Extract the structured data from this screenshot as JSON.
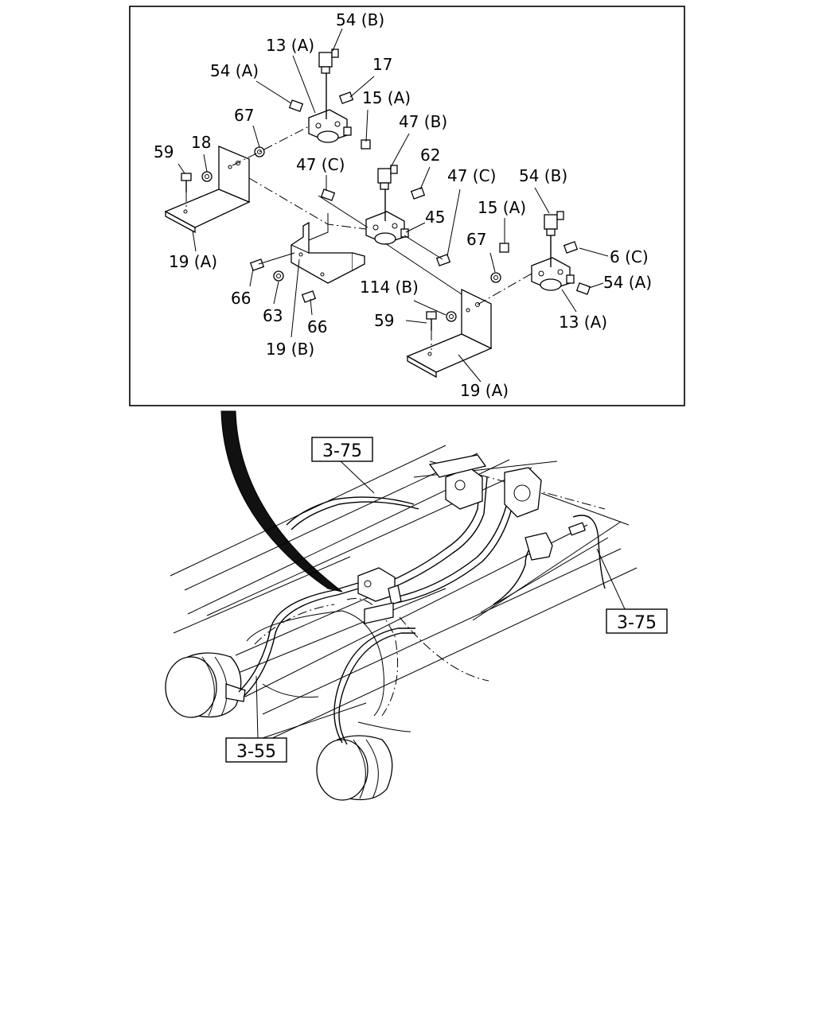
{
  "detail_labels": {
    "l_54b_top": "54 (B)",
    "l_13a_top": "13 (A)",
    "l_17": "17",
    "l_54a_top": "54 (A)",
    "l_15a_top": "15 (A)",
    "l_67_left": "67",
    "l_47b": "47 (B)",
    "l_59_left": "59",
    "l_18": "18",
    "l_62": "62",
    "l_47c_left": "47 (C)",
    "l_47c_right": "47 (C)",
    "l_54b_right": "54 (B)",
    "l_45": "45",
    "l_15a_right": "15 (A)",
    "l_67_right": "67",
    "l_6c": "6 (C)",
    "l_19a_left": "19 (A)",
    "l_54a_right": "54 (A)",
    "l_66_left": "66",
    "l_114b": "114 (B)",
    "l_63": "63",
    "l_13a_right": "13 (A)",
    "l_59_right": "59",
    "l_66_bottom": "66",
    "l_19b": "19 (B)",
    "l_19a_bottom": "19 (A)"
  },
  "references": {
    "ref_375_top": "3-75",
    "ref_375_right": "3-75",
    "ref_355": "3-55"
  }
}
